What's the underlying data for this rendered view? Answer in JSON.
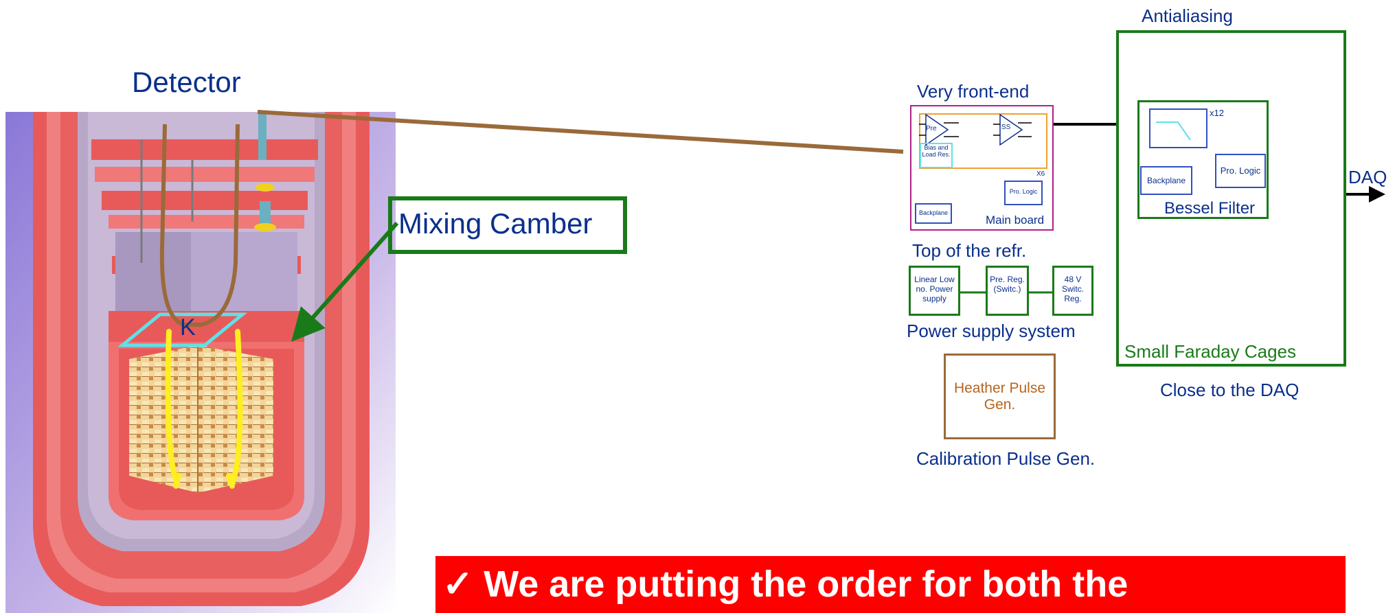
{
  "detector": {
    "title": "Detector",
    "mixing_chamber_label": "Mixing Camber",
    "k_label": "K"
  },
  "electronics": {
    "antialiasing_title": "Antialiasing",
    "very_front_end_title": "Very front-end",
    "pre_label": "Pre",
    "ss_label": "SS",
    "bias_label": "Bias and Load Res.",
    "x6_label": "X6",
    "pro_logic_label": "Pro. Logic",
    "backplane_label": "Backplane",
    "main_board_label": "Main board",
    "top_refr_title": "Top of the refr.",
    "linear_low_label": "Linear Low no. Power supply",
    "pre_reg_label": "Pre. Reg. (Switc.)",
    "v48_label": "48 V Switc. Reg.",
    "power_supply_title": "Power supply system",
    "heather_label": "Heather Pulse Gen.",
    "calibration_title": "Calibration Pulse Gen.",
    "x12_label": "x12",
    "bessel_backplane_label": "Backplane",
    "bessel_pro_logic_label": "Pro. Logic",
    "bessel_filter_label": "Bessel Filter",
    "faraday_label": "Small Faraday Cages",
    "close_daq_label": "Close to the DAQ",
    "daq_label": "DAQ"
  },
  "banner": {
    "checkmark": "✓",
    "text": "We are putting the order for both the"
  },
  "colors": {
    "label_blue": "#0a2f8c",
    "green": "#1a7a1a",
    "brown": "#9b6a3a",
    "magenta": "#b0208a",
    "orange": "#f0a030",
    "cyan": "#60e0e8",
    "banner_red": "#ff0000",
    "cryostat_red": "#e85a5a"
  }
}
